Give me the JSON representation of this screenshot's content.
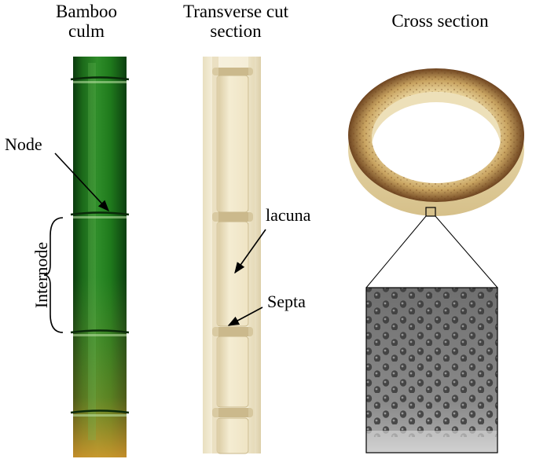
{
  "panels": {
    "culm": {
      "title_line1": "Bamboo",
      "title_line2": "culm"
    },
    "cut": {
      "title_line1": "Transverse cut",
      "title_line2": "section"
    },
    "cross": {
      "title": "Cross section"
    }
  },
  "annotations": {
    "node": "Node",
    "internode": "Internode",
    "lacuna": "lacuna",
    "septa": "Septa"
  },
  "colors": {
    "culm_green_dark": "#0d3f10",
    "culm_green": "#1f7a1c",
    "culm_green_light": "#4ea33a",
    "culm_orange": "#d98a2a",
    "cut_cream": "#f3ecd6",
    "cut_shadow": "#d8c9a3",
    "ring_tan": "#e6cf95",
    "ring_brown": "#8a5a2a",
    "sem_gray": "#8c8c8c"
  }
}
